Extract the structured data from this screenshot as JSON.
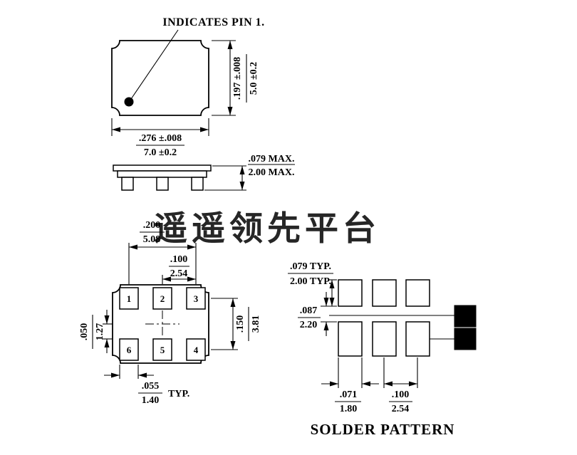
{
  "watermark": {
    "text": "遥遥领先平台",
    "color": "#e09a9a"
  },
  "top_view": {
    "pin1_label": "INDICATES PIN 1.",
    "width_in": ".276 ±.008",
    "width_mm": "7.0 ±0.2",
    "height_in": ".197 ±.008",
    "height_mm": "5.0 ±0.2"
  },
  "side_view": {
    "height_in": ".079 MAX.",
    "height_mm": "2.00 MAX."
  },
  "bottom_view": {
    "pads": [
      "1",
      "2",
      "3",
      "6",
      "5",
      "4"
    ],
    "span_in": ".200",
    "span_mm": "5.08",
    "pitch_in": ".100",
    "pitch_mm": "2.54",
    "row_in": ".150",
    "row_mm": "3.81",
    "offset_in": ".050",
    "offset_mm": "1.27",
    "pad_w_in": ".055",
    "pad_w_mm": "1.40",
    "typ": "TYP."
  },
  "solder_pattern": {
    "title": "SOLDER PATTERN",
    "pad_h_in": ".079 TYP.",
    "pad_h_mm": "2.00 TYP.",
    "gap_in": ".087",
    "gap_mm": "2.20",
    "pad_w_in": ".071",
    "pad_w_mm": "1.80",
    "pitch_in": ".100",
    "pitch_mm": "2.54"
  }
}
